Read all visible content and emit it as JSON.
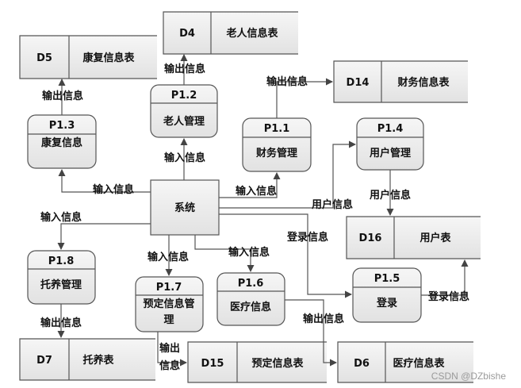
{
  "system": {
    "label": "系统"
  },
  "processes": [
    {
      "id": "P1.1",
      "name": "财务管理"
    },
    {
      "id": "P1.2",
      "name": "老人管理"
    },
    {
      "id": "P1.3",
      "name": "康复信息"
    },
    {
      "id": "P1.4",
      "name": "用户管理"
    },
    {
      "id": "P1.5",
      "name": "登录"
    },
    {
      "id": "P1.6",
      "name": "医疗信息"
    },
    {
      "id": "P1.7",
      "name_line1": "预定信息管",
      "name_line2": "理"
    },
    {
      "id": "P1.8",
      "name": "托养管理"
    }
  ],
  "stores": [
    {
      "id": "D4",
      "name": "老人信息表"
    },
    {
      "id": "D5",
      "name": "康复信息表"
    },
    {
      "id": "D14",
      "name": "财务信息表"
    },
    {
      "id": "D16",
      "name": "用户表"
    },
    {
      "id": "D7",
      "name": "托养表"
    },
    {
      "id": "D15",
      "name": "预定信息表"
    },
    {
      "id": "D6",
      "name": "医疗信息表"
    }
  ],
  "flows": {
    "output_d4": "输出信息",
    "output_d5": "输出信息",
    "output_d14": "输出信息",
    "input_p12": "输入信息",
    "input_p13": "输入信息",
    "input_p11": "输入信息",
    "user_info_p14": "用户信息",
    "user_info_d16": "用户信息",
    "input_p18": "输入信息",
    "login_info_p15": "登录信息",
    "input_p17": "输入信息",
    "input_p16": "输入信息",
    "login_info_d16": "登录信息",
    "output_d7": "输出信息",
    "output_d6": "输出信息",
    "output_d15_line1": "输出",
    "output_d15_line2": "信息"
  },
  "watermark": "CSDN @DZbishe",
  "colors": {
    "fill": "#ececec",
    "stroke": "#555555",
    "arrow": "#444444"
  }
}
